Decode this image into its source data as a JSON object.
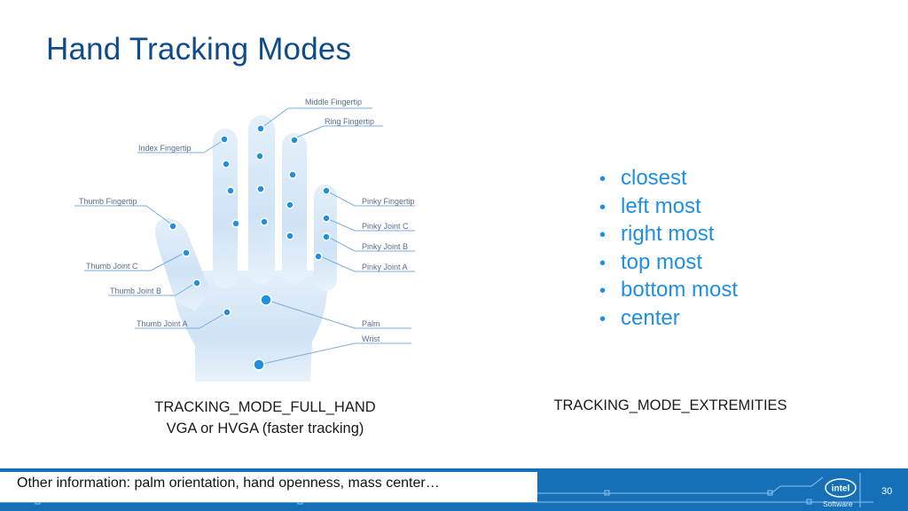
{
  "slide": {
    "title": "Hand Tracking Modes",
    "page_number": "30"
  },
  "hand_diagram": {
    "labels": {
      "middle_fingertip": "Middle Fingertip",
      "ring_fingertip": "Ring Fingertip",
      "index_fingertip": "Index Fingertip",
      "thumb_fingertip": "Thumb Fingertip",
      "pinky_fingertip": "Pinky Fingertip",
      "pinky_joint_c": "Pinky Joint C",
      "pinky_joint_b": "Pinky Joint B",
      "pinky_joint_a": "Pinky Joint A",
      "thumb_joint_c": "Thumb Joint C",
      "thumb_joint_b": "Thumb Joint B",
      "thumb_joint_a": "Thumb Joint A",
      "palm": "Palm",
      "wrist": "Wrist"
    }
  },
  "extremities": {
    "items": [
      "closest",
      "left most",
      "right most",
      "top most",
      "bottom most",
      "center"
    ]
  },
  "captions": {
    "full_hand_line1": "TRACKING_MODE_FULL_HAND",
    "full_hand_line2": "VGA or HVGA (faster tracking)",
    "extremities": "TRACKING_MODE_EXTREMITIES"
  },
  "footer": {
    "note": "Other information: palm orientation, hand openness, mass center…",
    "logo_text": "intel",
    "logo_subtitle": "Software"
  },
  "colors": {
    "title": "#0f4b8a",
    "bullet_text": "#1f8fe0",
    "footer_bg": "#1670b8",
    "hand_fill": "#cfe3f5",
    "joint": "#1f8fe0"
  }
}
